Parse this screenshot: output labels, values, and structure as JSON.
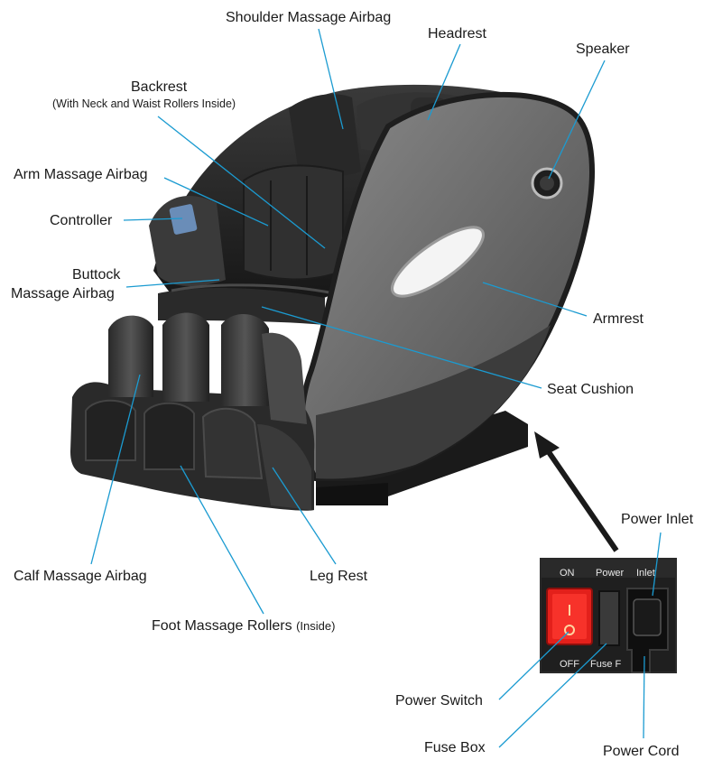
{
  "labels": {
    "shoulder_airbag": "Shoulder Massage Airbag",
    "headrest": "Headrest",
    "speaker": "Speaker",
    "backrest": "Backrest",
    "backrest_note": "(With Neck and Waist Rollers Inside)",
    "arm_airbag": "Arm Massage Airbag",
    "controller": "Controller",
    "buttock_line1": "Buttock",
    "buttock_line2": "Massage Airbag",
    "armrest": "Armrest",
    "seat_cushion": "Seat Cushion",
    "power_inlet": "Power Inlet",
    "calf_airbag": "Calf Massage Airbag",
    "leg_rest": "Leg Rest",
    "foot_rollers": "Foot Massage Rollers",
    "foot_rollers_note": "(Inside)",
    "power_switch": "Power Switch",
    "fuse_box": "Fuse Box",
    "power_cord": "Power Cord"
  },
  "panel": {
    "on": "ON",
    "power": "Power",
    "inlet": "Inlet",
    "off": "OFF",
    "fuse": "Fuse F"
  },
  "colors": {
    "leader_line": "#1b9bd1",
    "chair_dark": "#2b2b2b",
    "chair_shell": "#6d6d6d",
    "switch_red": "#e3201b"
  }
}
